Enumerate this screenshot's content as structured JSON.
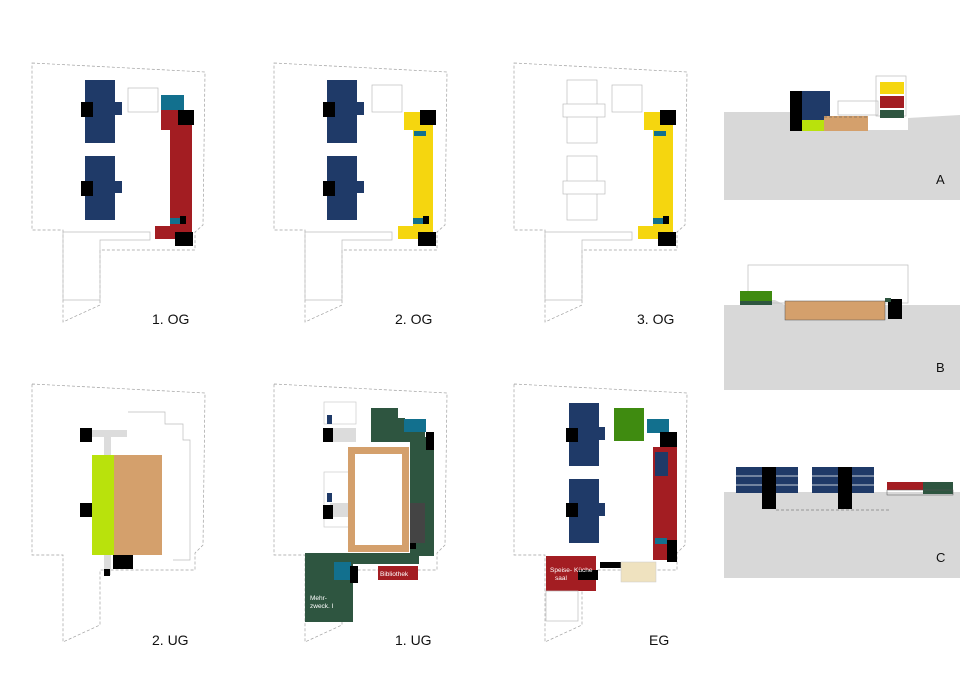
{
  "plans": {
    "og1": {
      "label": "1. OG"
    },
    "og2": {
      "label": "2. OG"
    },
    "og3": {
      "label": "3. OG"
    },
    "ug2": {
      "label": "2. UG"
    },
    "ug1": {
      "label": "1. UG",
      "rooms": {
        "mehrzweck": "Mehr-",
        "mehrzweck2": "zweck. I",
        "bibliothek": "Bibliothek"
      }
    },
    "eg": {
      "label": "EG",
      "rooms": {
        "speise": "Speise-",
        "speise2": "saal",
        "kueche": "Küche"
      }
    }
  },
  "sections": {
    "a": {
      "label": "A"
    },
    "b": {
      "label": "B"
    },
    "c": {
      "label": "C"
    }
  },
  "colors": {
    "navy": "#1f3a68",
    "red": "#a31d22",
    "yellow": "#f5d60f",
    "teal": "#12708e",
    "lime": "#b9e20c",
    "tan": "#d4a06c",
    "darkgreen": "#2e5540",
    "green": "#3f8b10",
    "cream": "#efe2bf",
    "darkgrey": "#444444",
    "ground": "#d8d8d8",
    "outline": "#a0a0a0"
  }
}
